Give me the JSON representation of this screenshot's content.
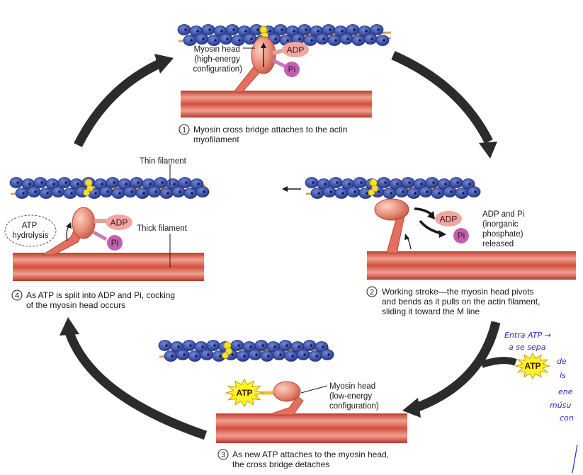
{
  "panels": {
    "step1": {
      "head_label": [
        "Myosin head",
        "(high-energy",
        "configuration)"
      ],
      "chip_adp": "ADP",
      "chip_pi": "Pi",
      "number": "1",
      "caption": [
        "Myosin cross bridge attaches to the actin",
        "myofilament"
      ]
    },
    "step2": {
      "chip_adp": "ADP",
      "chip_pi": "Pi",
      "released_label": [
        "ADP and Pi",
        "(inorganic",
        "phosphate)",
        "released"
      ],
      "number": "2",
      "caption": [
        "Working stroke—the myosin head pivots",
        "and bends as it pulls on the actin filament,",
        "sliding it toward the M line"
      ]
    },
    "step3": {
      "atp_star": "ATP",
      "head_label": [
        "Myosin head",
        "(low-energy",
        "configuration)"
      ],
      "number": "3",
      "caption": [
        "As new ATP attaches to the myosin head,",
        "the cross bridge detaches"
      ]
    },
    "step4": {
      "thin_label": "Thin filament",
      "thick_label": "Thick filament",
      "hydrolysis_label": [
        "ATP",
        "hydrolysis"
      ],
      "chip_adp": "ADP",
      "chip_pi": "Pi",
      "number": "4",
      "caption": [
        "As ATP is split into ADP and Pi, cocking",
        "of the myosin head occurs"
      ]
    }
  },
  "side_atp_star": "ATP",
  "handwritten_notes": [
    "Entra ATP →",
    "a se sepa",
    "de",
    "ls",
    "ene",
    "músu",
    "con"
  ],
  "colors": {
    "actin": "#3b55b6",
    "actin_dark": "#1f2f78",
    "tropomyosin": "#d9a060",
    "thick": "#d45a4a",
    "head": "#e88c78",
    "adp": "#f0a7a0",
    "pi": "#c060b0",
    "arrow": "#2b2b2b",
    "atp_star": "#fff02a",
    "ink": "#2a2ad0"
  }
}
